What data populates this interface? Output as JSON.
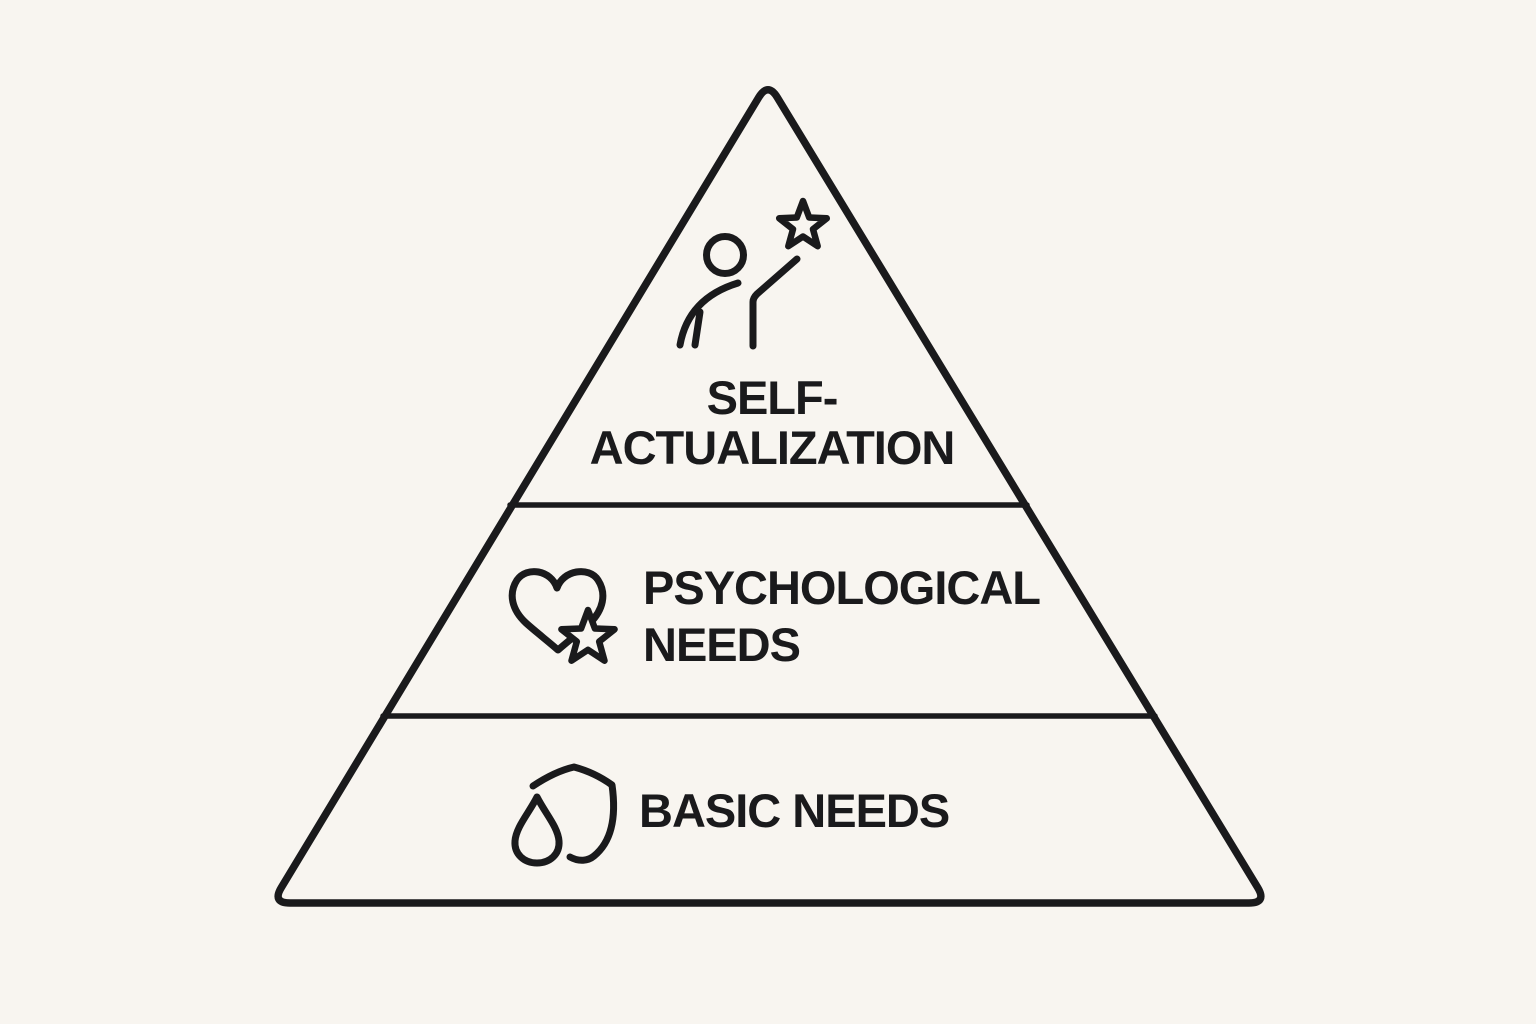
{
  "diagram": {
    "type": "pyramid",
    "background_color": "#f8f5f0",
    "line_color": "#1a1a1c",
    "levels": [
      {
        "position": "top",
        "icon": "person-reaching-star-icon",
        "label_line1": "SELF-",
        "label_line2": "ACTUALIZATION"
      },
      {
        "position": "middle",
        "icon": "heart-with-star-icon",
        "label_line1": "PSYCHOLOGICAL",
        "label_line2": "NEEDS"
      },
      {
        "position": "bottom",
        "icon": "shield-with-water-drop-icon",
        "label_line1": "BASIC NEEDS"
      }
    ]
  }
}
